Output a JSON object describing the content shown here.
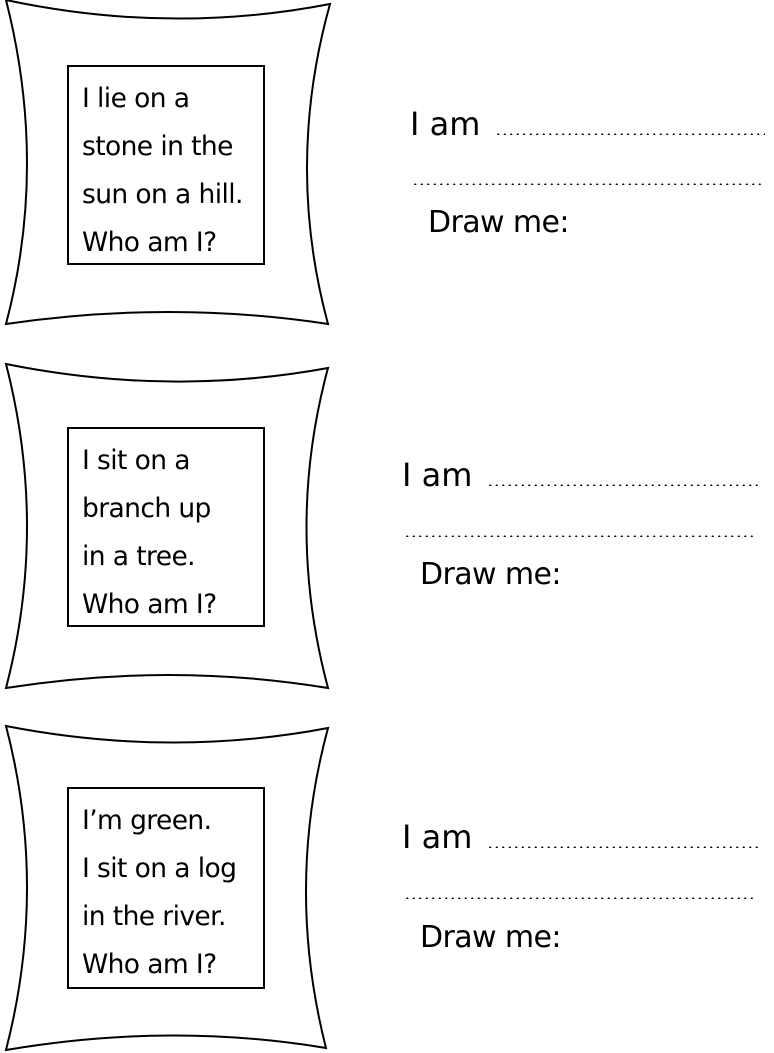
{
  "worksheet": {
    "answer_prefix": "I am",
    "draw_label": "Draw me:",
    "riddles": [
      {
        "lines": [
          "I lie on a",
          "stone in the",
          "sun on a hill.",
          "Who am I?"
        ]
      },
      {
        "lines": [
          "I sit on a",
          "branch up",
          "in a tree.",
          "Who am I?"
        ]
      },
      {
        "lines": [
          "I’m green.",
          "I sit on a log",
          "in the river.",
          "Who am I?"
        ]
      }
    ]
  }
}
